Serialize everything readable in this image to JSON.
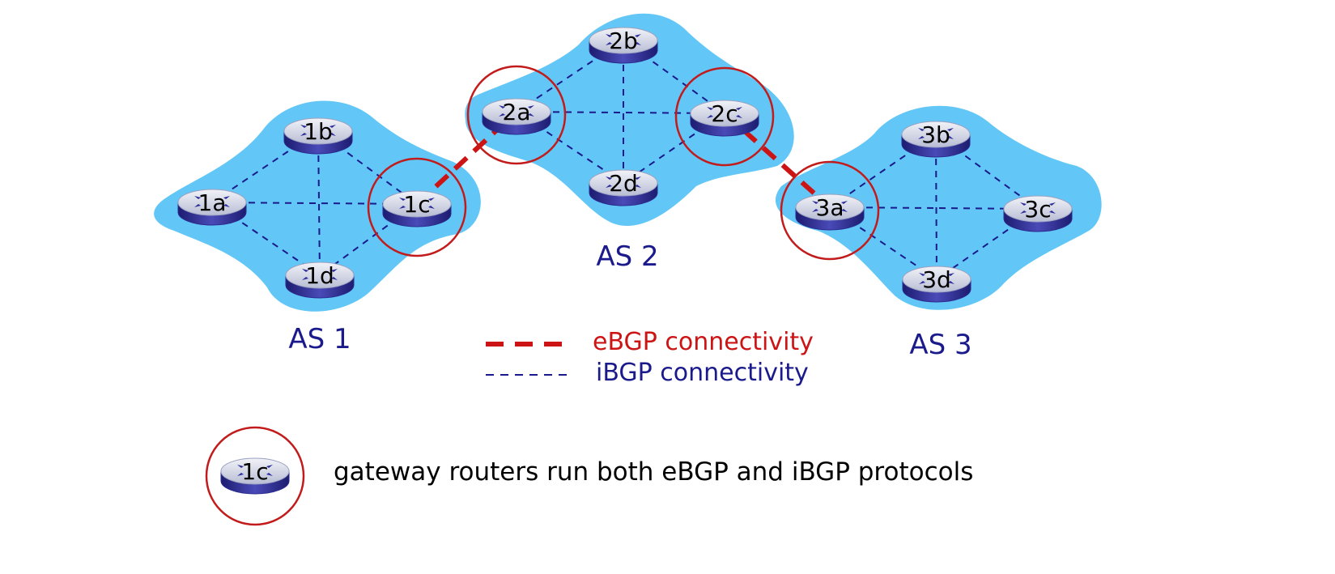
{
  "colors": {
    "cloud": "#62c7f6",
    "ibgp": "#1a1a8c",
    "ebgp": "#cc1414",
    "gateway_circle": "#c21b1b",
    "router_body": "#2a2a90",
    "router_top": "#d9dceb"
  },
  "systems": [
    {
      "label": "AS 1",
      "routers": [
        "1a",
        "1b",
        "1c",
        "1d"
      ]
    },
    {
      "label": "AS 2",
      "routers": [
        "2a",
        "2b",
        "2c",
        "2d"
      ]
    },
    {
      "label": "AS 3",
      "routers": [
        "3a",
        "3b",
        "3c",
        "3d"
      ]
    }
  ],
  "ibgp_links": [
    [
      "1a",
      "1b"
    ],
    [
      "1a",
      "1c"
    ],
    [
      "1a",
      "1d"
    ],
    [
      "1b",
      "1c"
    ],
    [
      "1b",
      "1d"
    ],
    [
      "1c",
      "1d"
    ],
    [
      "2a",
      "2b"
    ],
    [
      "2a",
      "2c"
    ],
    [
      "2a",
      "2d"
    ],
    [
      "2b",
      "2c"
    ],
    [
      "2b",
      "2d"
    ],
    [
      "2c",
      "2d"
    ],
    [
      "3a",
      "3b"
    ],
    [
      "3a",
      "3c"
    ],
    [
      "3a",
      "3d"
    ],
    [
      "3b",
      "3c"
    ],
    [
      "3b",
      "3d"
    ],
    [
      "3c",
      "3d"
    ]
  ],
  "ebgp_links": [
    [
      "1c",
      "2a"
    ],
    [
      "2c",
      "3a"
    ]
  ],
  "gateway_routers": [
    "1c",
    "2a",
    "2c",
    "3a"
  ],
  "legend": {
    "ebgp_label": "eBGP connectivity",
    "ibgp_label": "iBGP connectivity",
    "gateway_router": "1c",
    "gateway_caption": "gateway routers run both eBGP and iBGP protocols"
  }
}
